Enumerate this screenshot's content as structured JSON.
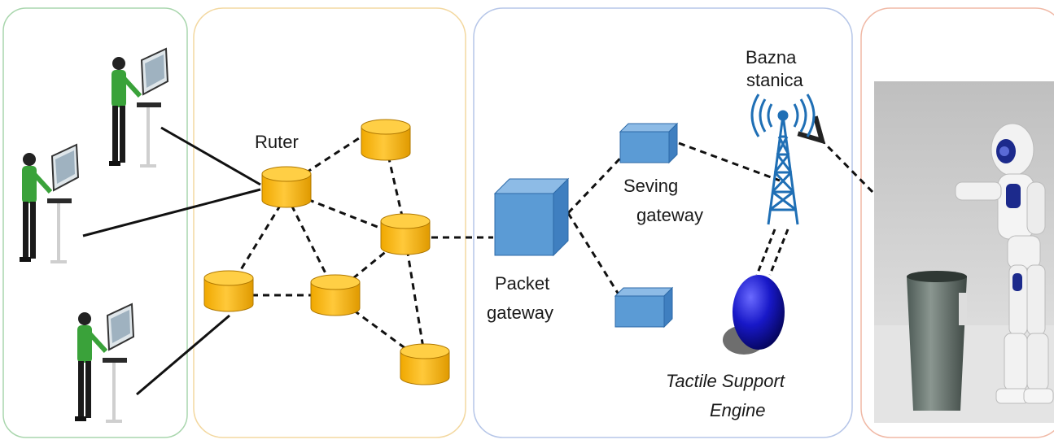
{
  "labels": {
    "router": "Ruter",
    "base_station": [
      "Bazna",
      "stanica"
    ],
    "serving_gateway": [
      "Seving",
      "gateway"
    ],
    "packet_gateway": [
      "Packet",
      "gateway"
    ],
    "tactile_engine": [
      "Tactile Support",
      "Engine"
    ]
  },
  "colors": {
    "operator_panel_border": "#a9d6ad",
    "network_panel_border": "#f3d8a0",
    "core_panel_border": "#b6c6e8",
    "robot_panel_border": "#f0b9a6",
    "router_node": "#f7b90a",
    "gateway_box": "#5b9bd5",
    "engine_sphere": "#1a1ad0",
    "operator_shirt": "#3aa23a"
  },
  "icons": {
    "operators": "person-at-touchscreen-icon",
    "router": "database-cylinder-icon",
    "gateway": "cube-icon",
    "base_station": "radio-tower-icon",
    "engine": "sphere-icon",
    "robot": "humanoid-robot-icon"
  }
}
